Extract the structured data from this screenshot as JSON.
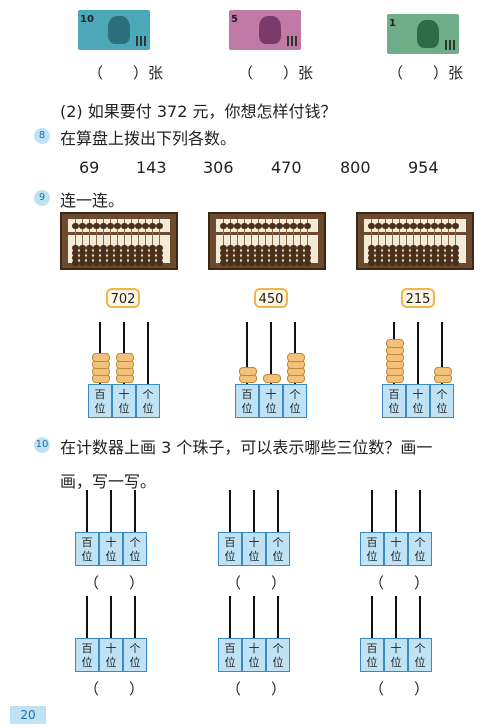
{
  "notes": [
    {
      "denom": "10",
      "color": "#4aa8b8"
    },
    {
      "denom": "5",
      "color": "#c07aa6"
    },
    {
      "denom": "1",
      "color": "#6fae88"
    }
  ],
  "blanks": [
    "（　　）张",
    "（　　）张",
    "（　　）张"
  ],
  "q7_sub2": "(2) 如果要付 372 元，你想怎样付钱？",
  "q8": {
    "num": "8",
    "text": "在算盘上拨出下列各数。",
    "numbers": [
      "69",
      "143",
      "306",
      "470",
      "800",
      "954"
    ]
  },
  "q9": {
    "num": "9",
    "text": "连一连。",
    "labels": [
      "702",
      "450",
      "215"
    ]
  },
  "place_labels": {
    "hundreds": [
      "百",
      "位"
    ],
    "tens": [
      "十",
      "位"
    ],
    "ones": [
      "个",
      "位"
    ]
  },
  "q10": {
    "num": "10",
    "text_line1": "在计数器上画 3 个珠子，可以表示哪些三位数？画一",
    "text_line2": "画，写一写。"
  },
  "paren": "（　　）",
  "page_number": "20",
  "colors": {
    "accent": "#bfe3f5",
    "bead": "#f2c27a",
    "label_border": "#f0b64a"
  }
}
